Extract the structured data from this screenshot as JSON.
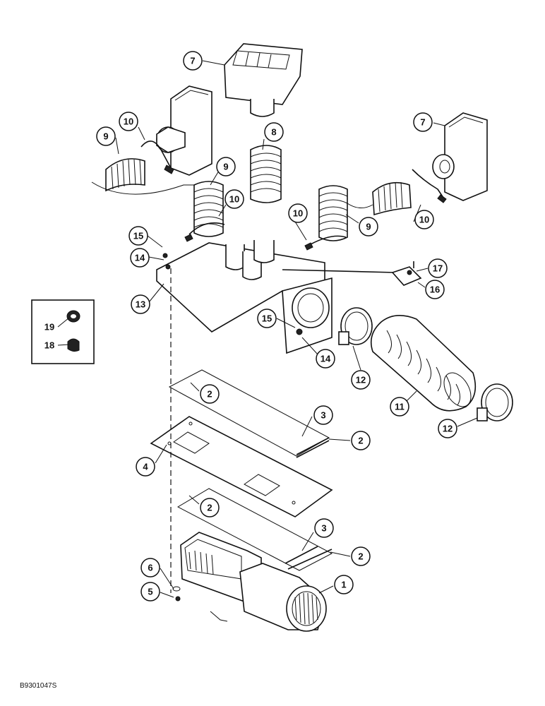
{
  "callouts": {
    "c1": "1",
    "c2a": "2",
    "c2b": "2",
    "c2c": "2",
    "c2d": "2",
    "c3a": "3",
    "c3b": "3",
    "c4": "4",
    "c5": "5",
    "c6": "6",
    "c7a": "7",
    "c7b": "7",
    "c8": "8",
    "c9a": "9",
    "c9b": "9",
    "c9c": "9",
    "c10a": "10",
    "c10b": "10",
    "c10c": "10",
    "c10d": "10",
    "c11": "11",
    "c12a": "12",
    "c12b": "12",
    "c13": "13",
    "c14a": "14",
    "c14b": "14",
    "c15a": "15",
    "c15b": "15",
    "c16": "16",
    "c17": "17",
    "c18": "18",
    "c19": "19"
  },
  "figure_code": "B9301047S"
}
